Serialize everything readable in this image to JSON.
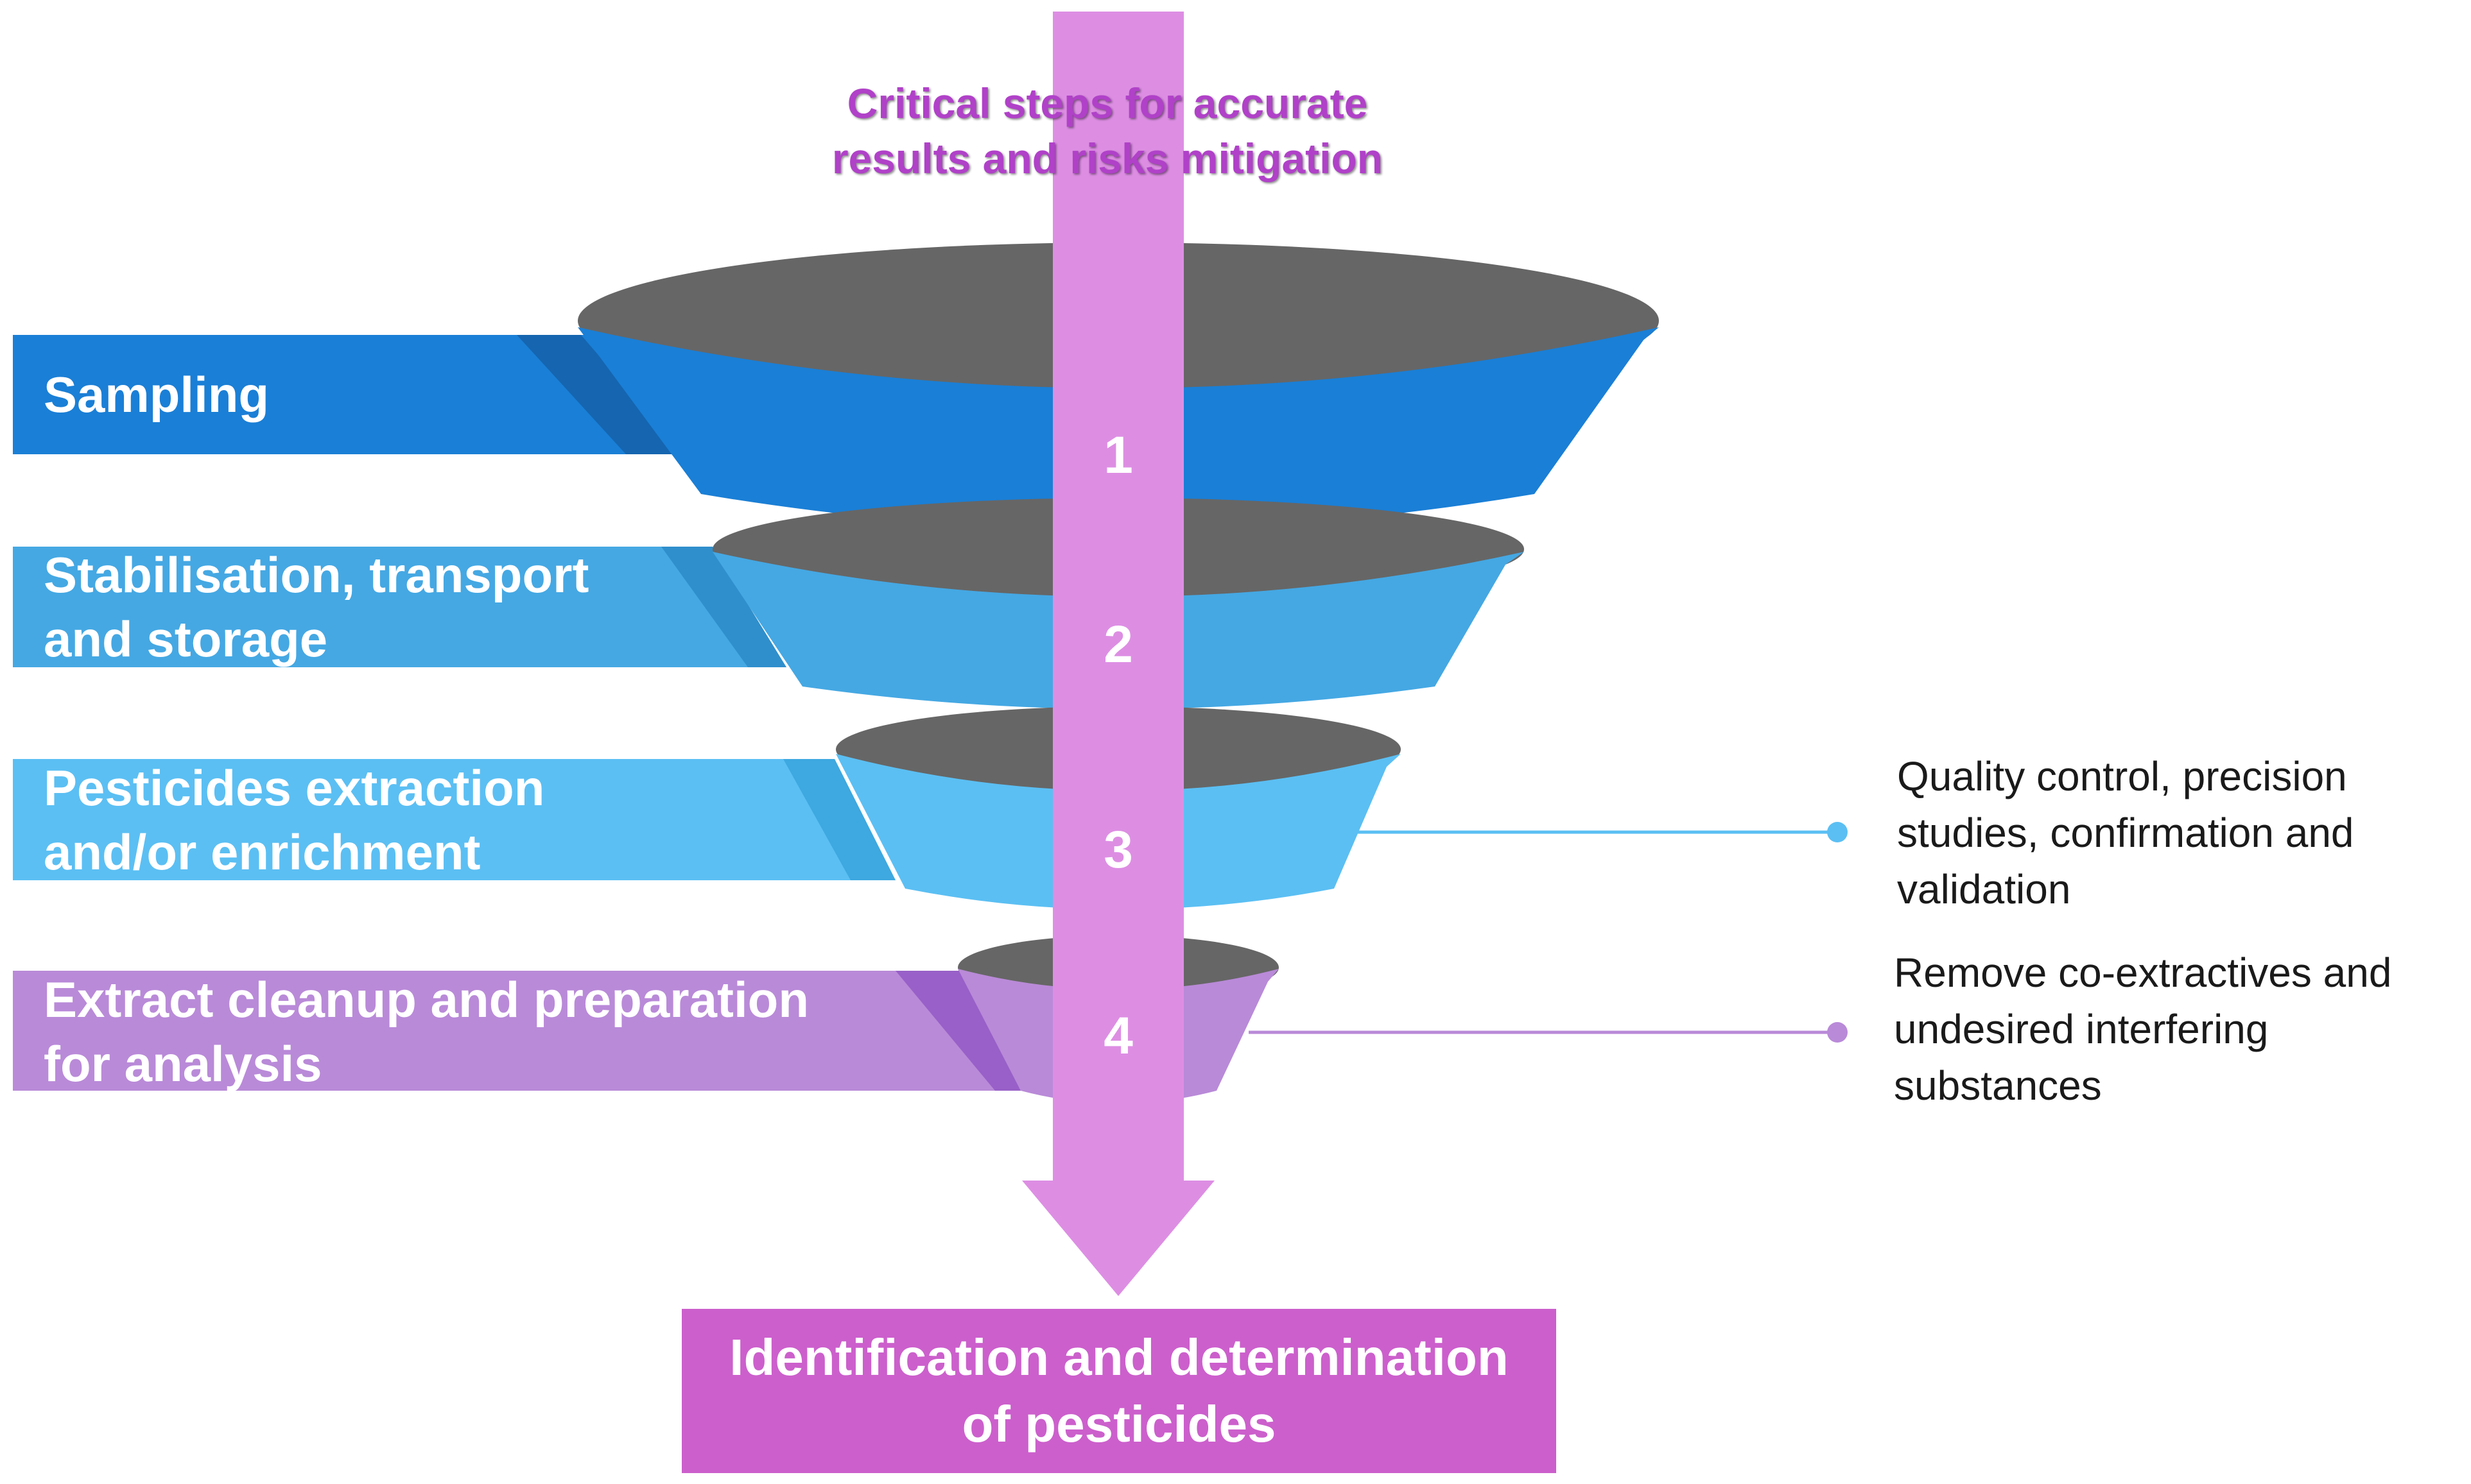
{
  "arrow_title": "Critical steps for accurate\nresults and risks mitigation",
  "steps": [
    {
      "number": "1",
      "label": "Sampling",
      "color": "#1a7fd6"
    },
    {
      "number": "2",
      "label": "Stabilisation, transport\nand storage",
      "color": "#45a8e3"
    },
    {
      "number": "3",
      "label": "Pesticides extraction\nand/or enrichment",
      "color": "#5bbff3"
    },
    {
      "number": "4",
      "label": "Extract cleanup and preparation\nfor analysis",
      "color": "#b98ad8"
    }
  ],
  "notes": [
    {
      "text": "Quality control, precision\nstudies, confirmation and\nvalidation",
      "color": "#5bbff3"
    },
    {
      "text": "Remove co-extractives and\nundesired interfering\nsubstances",
      "color": "#b98ad8"
    }
  ],
  "result": "Identification and determination\nof pesticides",
  "colors": {
    "arrow": "#dd8ee3",
    "funnel_inner": "#666666",
    "result_box": "#cc5fcc",
    "title": "#b041c8"
  }
}
